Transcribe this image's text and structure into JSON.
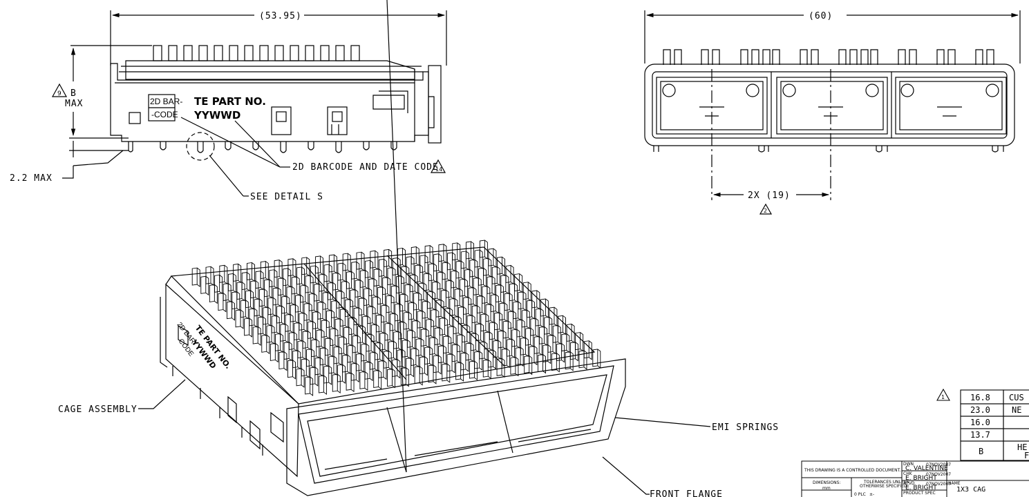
{
  "top_view": {
    "width_dim": "(53.95)",
    "height_dim_flag": "9",
    "height_dim_label": "B",
    "height_dim_suffix": "MAX",
    "bottom_dim": "2.2 MAX",
    "barcode_box_line1": "2D BAR-",
    "barcode_box_line2": "-CODE",
    "part_no": "TE PART NO.",
    "date_code": "YYWWD",
    "callout_barcode": "2D BARCODE AND DATE CODE",
    "callout_barcode_flag": "14",
    "callout_detail": "SEE DETAIL  S"
  },
  "front_view": {
    "width_dim": "(60)",
    "pitch_dim": "2X (19)",
    "pitch_flag": "2"
  },
  "iso_view": {
    "callout_cage": "CAGE ASSEMBLY",
    "callout_emi": "EMI SPRINGS",
    "callout_flange": "FRONT FLANGE",
    "side_label_bar1": "2D BAR-",
    "side_label_bar2": "CODE",
    "side_part_no": "TE PART NO.",
    "side_date": "YYWWD"
  },
  "rev_table": {
    "flag": "1",
    "rows": [
      {
        "value": "16.8",
        "desc": "CUS"
      },
      {
        "value": "23.0",
        "desc": "NE"
      },
      {
        "value": "16.0",
        "desc": ""
      },
      {
        "value": "13.7",
        "desc": ""
      },
      {
        "value": "B",
        "desc": "HE"
      }
    ],
    "desc_extra": "F"
  },
  "title_block": {
    "controlled": "THIS DRAWING IS A CONTROLLED DOCUMENT.",
    "dimensions_label": "DIMENSIONS:",
    "dimensions_value": "mm",
    "tolerances_1": "TOLERANCES UNLESS",
    "tolerances_2": "OTHERWISE SPECIFIED:",
    "plc": "0 PLC",
    "plc_val": "±-",
    "dwn_label": "DWN",
    "dwn_name": "C. VALENTINE",
    "dwn_date": "07NOV2007",
    "chk_label": "CHK",
    "chk_name": "E. BRIGHT",
    "chk_date": "07NOV2007",
    "apvd_label": "APVD",
    "apvd_name": "E. BRIGHT",
    "apvd_date": "07NOV2007",
    "spec_label": "PRODUCT SPEC",
    "name_label": "NAME",
    "name_value": "1X3 CAG"
  }
}
